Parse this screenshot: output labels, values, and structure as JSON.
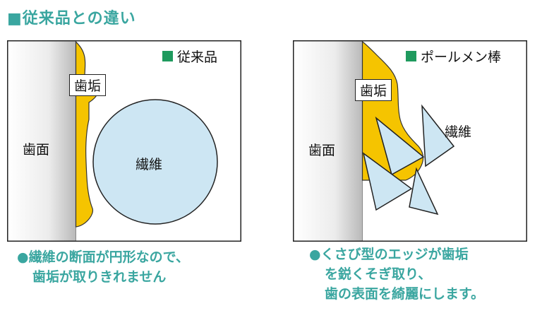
{
  "heading": "■従来品との違い",
  "conventional": {
    "legend": "従来品",
    "tooth_surface": "歯面",
    "plaque": "歯垢",
    "fiber": "繊維",
    "caption_line1": "●繊維の断面が円形なので、",
    "caption_line2": "歯垢が取りきれません"
  },
  "polmen": {
    "legend": "ポールメン棒",
    "tooth_surface": "歯面",
    "plaque": "歯垢",
    "fiber": "繊維",
    "caption_line1": "●くさび型のエッジが歯垢",
    "caption_line2": "を鋭くそぎ取り、",
    "caption_line3": "歯の表面を綺麗にします。"
  },
  "colors": {
    "heading": "#3aa6a0",
    "legend_square": "#1f9a5e",
    "plaque": "#f5c400",
    "fiber": "#cde6f3",
    "caption": "#3aa6a0"
  }
}
